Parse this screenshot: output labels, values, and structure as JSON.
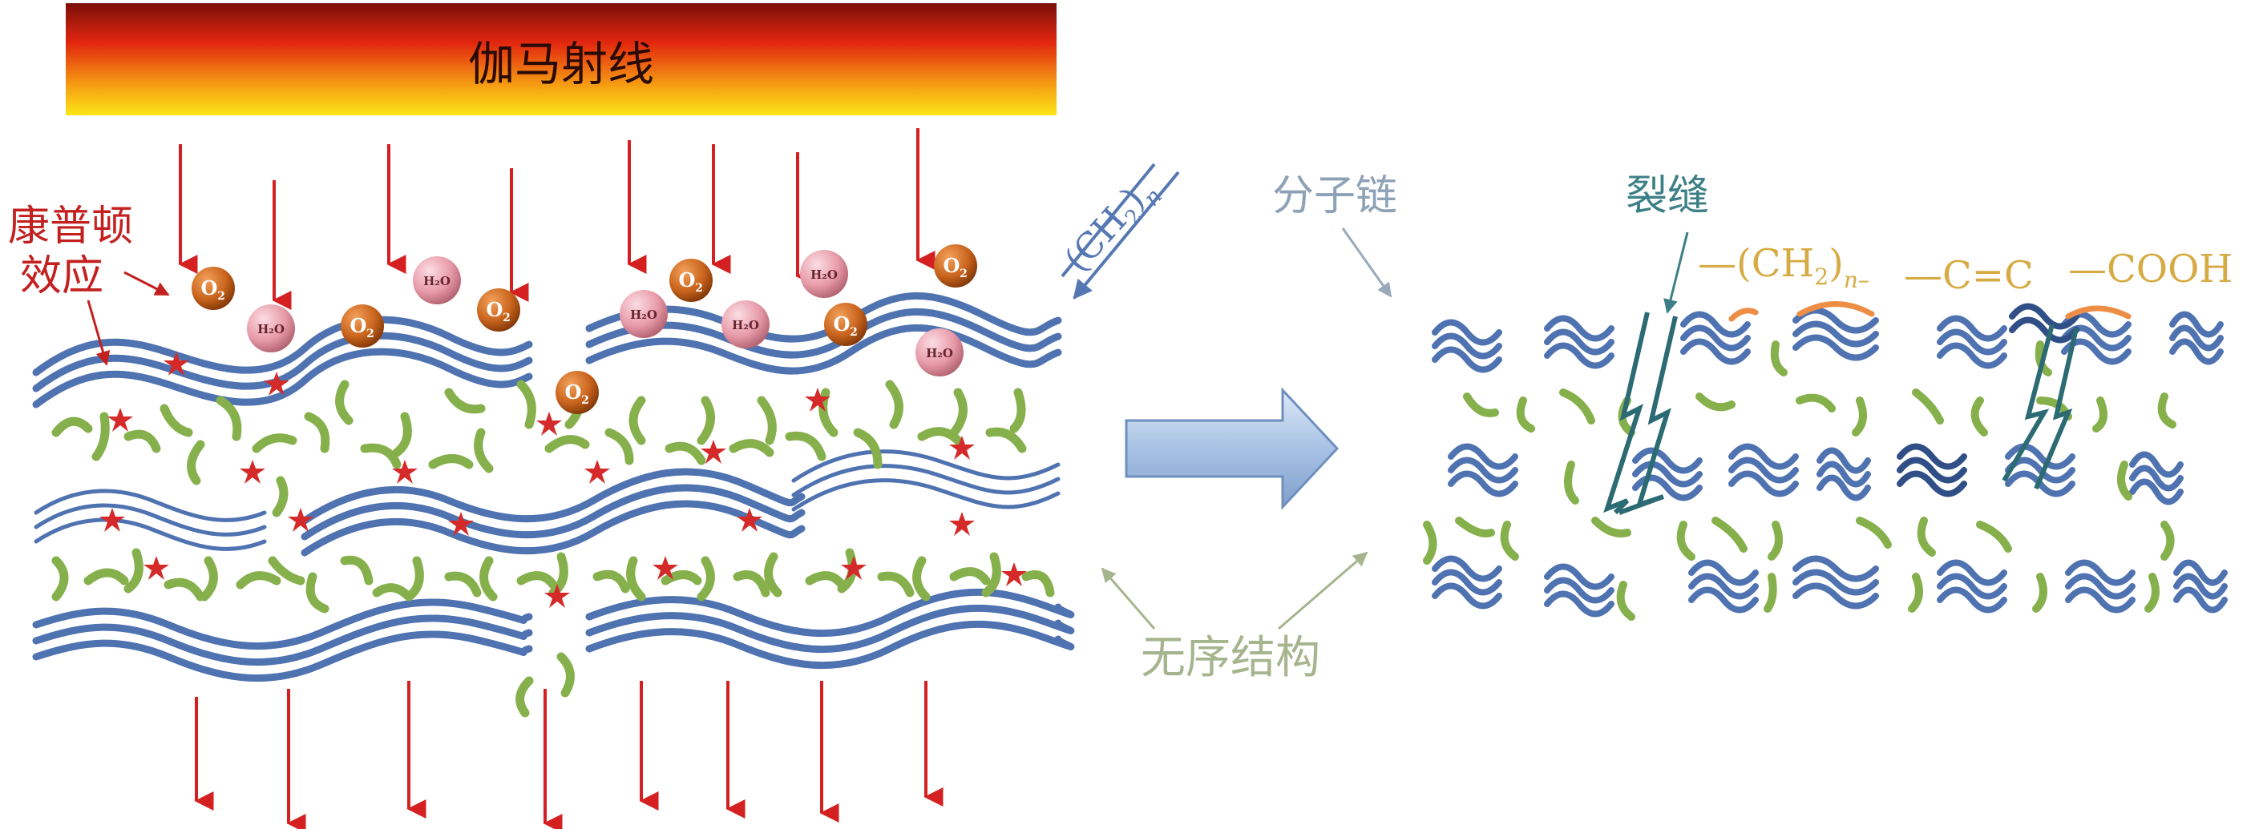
{
  "banner": {
    "text": "伽马射线"
  },
  "labels": {
    "compton": [
      "康普顿",
      "效应"
    ],
    "ch2_left": {
      "main": "(CH",
      "sub": "2",
      "close": ")",
      "n": "n"
    },
    "chain": "分子链",
    "crack": "裂缝",
    "disorder": "无序结构",
    "ch2_right": {
      "main": "—(CH",
      "sub": "2",
      "close": ")",
      "n": "n–"
    },
    "cc": "—C=C",
    "cooh": "—COOH"
  },
  "molecules": {
    "o2": {
      "main": "O",
      "sub": "2"
    },
    "h2o": {
      "text": "H₂O"
    }
  },
  "colors": {
    "chain_blue": "#4f72b0",
    "chain_dark": "#2f4f86",
    "amorphous_green": "#86b04c",
    "star_red": "#d52a2a",
    "arrow_red": "#d42020",
    "o2_orange": "#c9641d",
    "h2o_pink": "#e79aa8",
    "crack_teal": "#2c6b73",
    "label_red": "#c32020",
    "label_gray": "#8ea1b7",
    "label_teal": "#3c7f86",
    "label_gold": "#d6ab44",
    "label_sage": "#a6b58e",
    "oxidized_orange": "#ee8d44"
  }
}
